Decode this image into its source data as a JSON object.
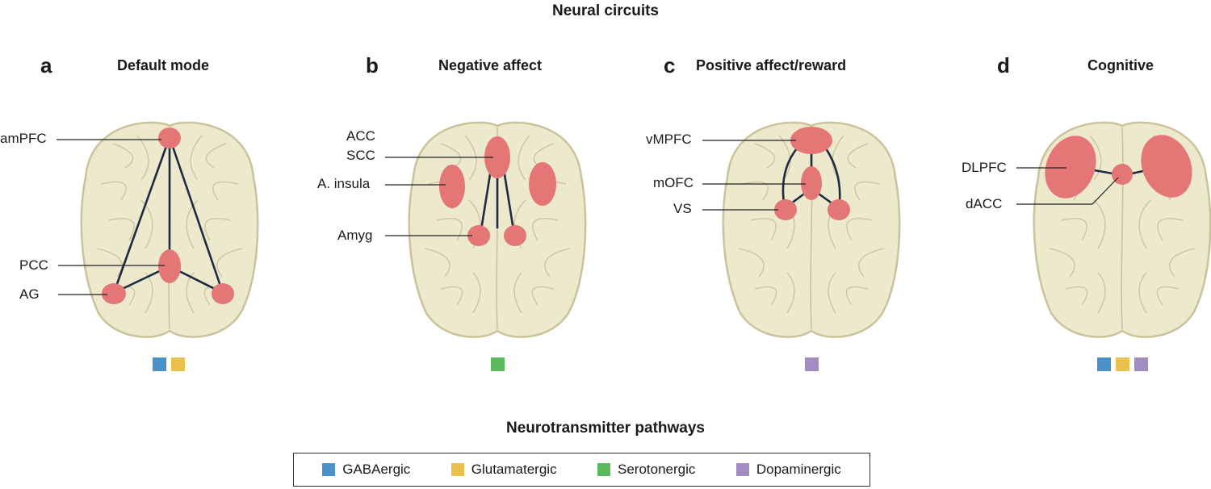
{
  "title": "Neural circuits",
  "colors": {
    "brain_fill": "#ede9cd",
    "brain_stroke": "#c9c29a",
    "region": "#e47676",
    "connection": "#1c2a44",
    "gabaergic": "#4a92cc",
    "glutamatergic": "#e9c24e",
    "serotonergic": "#5cb85c",
    "dopaminergic": "#a38cc4"
  },
  "panels": [
    {
      "letter": "a",
      "title": "Default mode",
      "labels": [
        "amPFC",
        "PCC",
        "AG"
      ],
      "pathways": [
        "gabaergic",
        "glutamatergic"
      ]
    },
    {
      "letter": "b",
      "title": "Negative affect",
      "labels": [
        "ACC",
        "SCC",
        "A. insula",
        "Amyg"
      ],
      "pathways": [
        "serotonergic"
      ]
    },
    {
      "letter": "c",
      "title": "Positive affect/reward",
      "labels": [
        "vMPFC",
        "mOFC",
        "VS"
      ],
      "pathways": [
        "dopaminergic"
      ]
    },
    {
      "letter": "d",
      "title": "Cognitive",
      "labels": [
        "DLPFC",
        "dACC"
      ],
      "pathways": [
        "gabaergic",
        "glutamatergic",
        "dopaminergic"
      ]
    }
  ],
  "legend": {
    "title": "Neurotransmitter pathways",
    "items": [
      {
        "key": "gabaergic",
        "label": "GABAergic"
      },
      {
        "key": "glutamatergic",
        "label": "Glutamatergic"
      },
      {
        "key": "serotonergic",
        "label": "Serotonergic"
      },
      {
        "key": "dopaminergic",
        "label": "Dopaminergic"
      }
    ]
  }
}
